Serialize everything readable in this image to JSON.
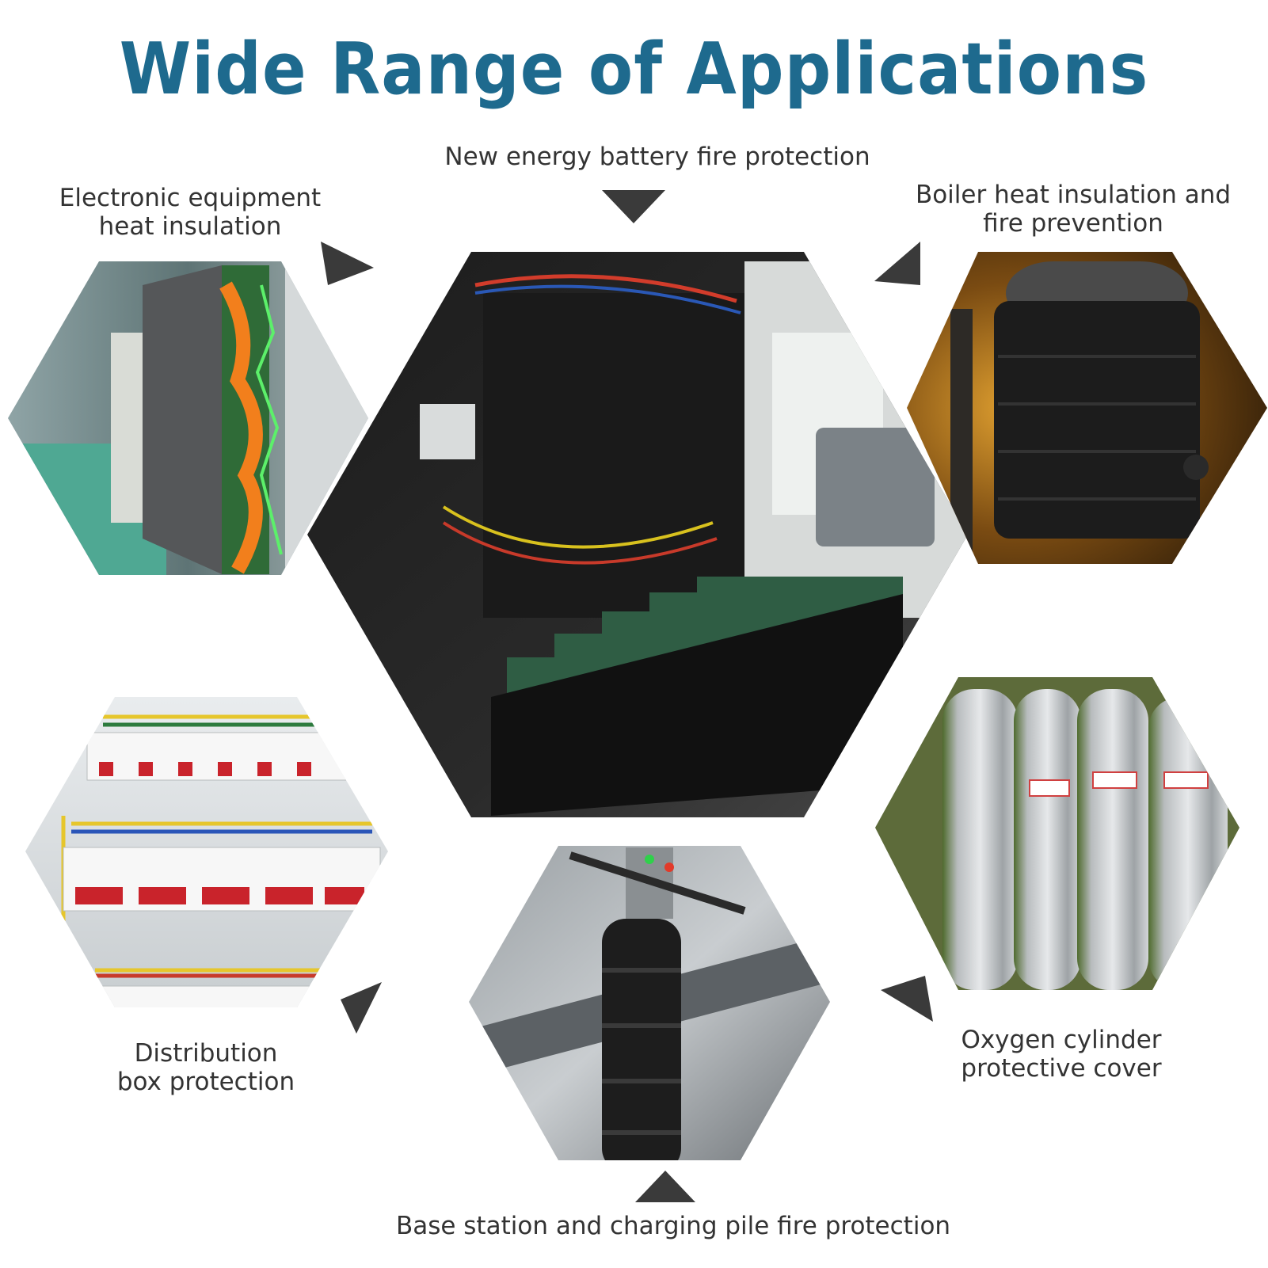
{
  "title": "Wide Range of Applications",
  "colors": {
    "title": "#1e6a8e",
    "label_text": "#333333",
    "arrow": "#3a3a3a"
  },
  "applications": [
    {
      "lines": [
        "New energy battery fire protection"
      ],
      "icon": "battery-pack-icon"
    },
    {
      "lines": [
        "Electronic equipment",
        "heat insulation"
      ],
      "icon": "circuit-board-icon"
    },
    {
      "lines": [
        "Boiler heat insulation and",
        "fire prevention"
      ],
      "icon": "boiler-icon"
    },
    {
      "lines": [
        "Distribution",
        "box protection"
      ],
      "icon": "breaker-panel-icon"
    },
    {
      "lines": [
        "Oxygen cylinder",
        "protective cover"
      ],
      "icon": "gas-cylinder-icon"
    },
    {
      "lines": [
        "Base station and charging pile fire protection"
      ],
      "icon": "utility-pole-icon"
    }
  ]
}
